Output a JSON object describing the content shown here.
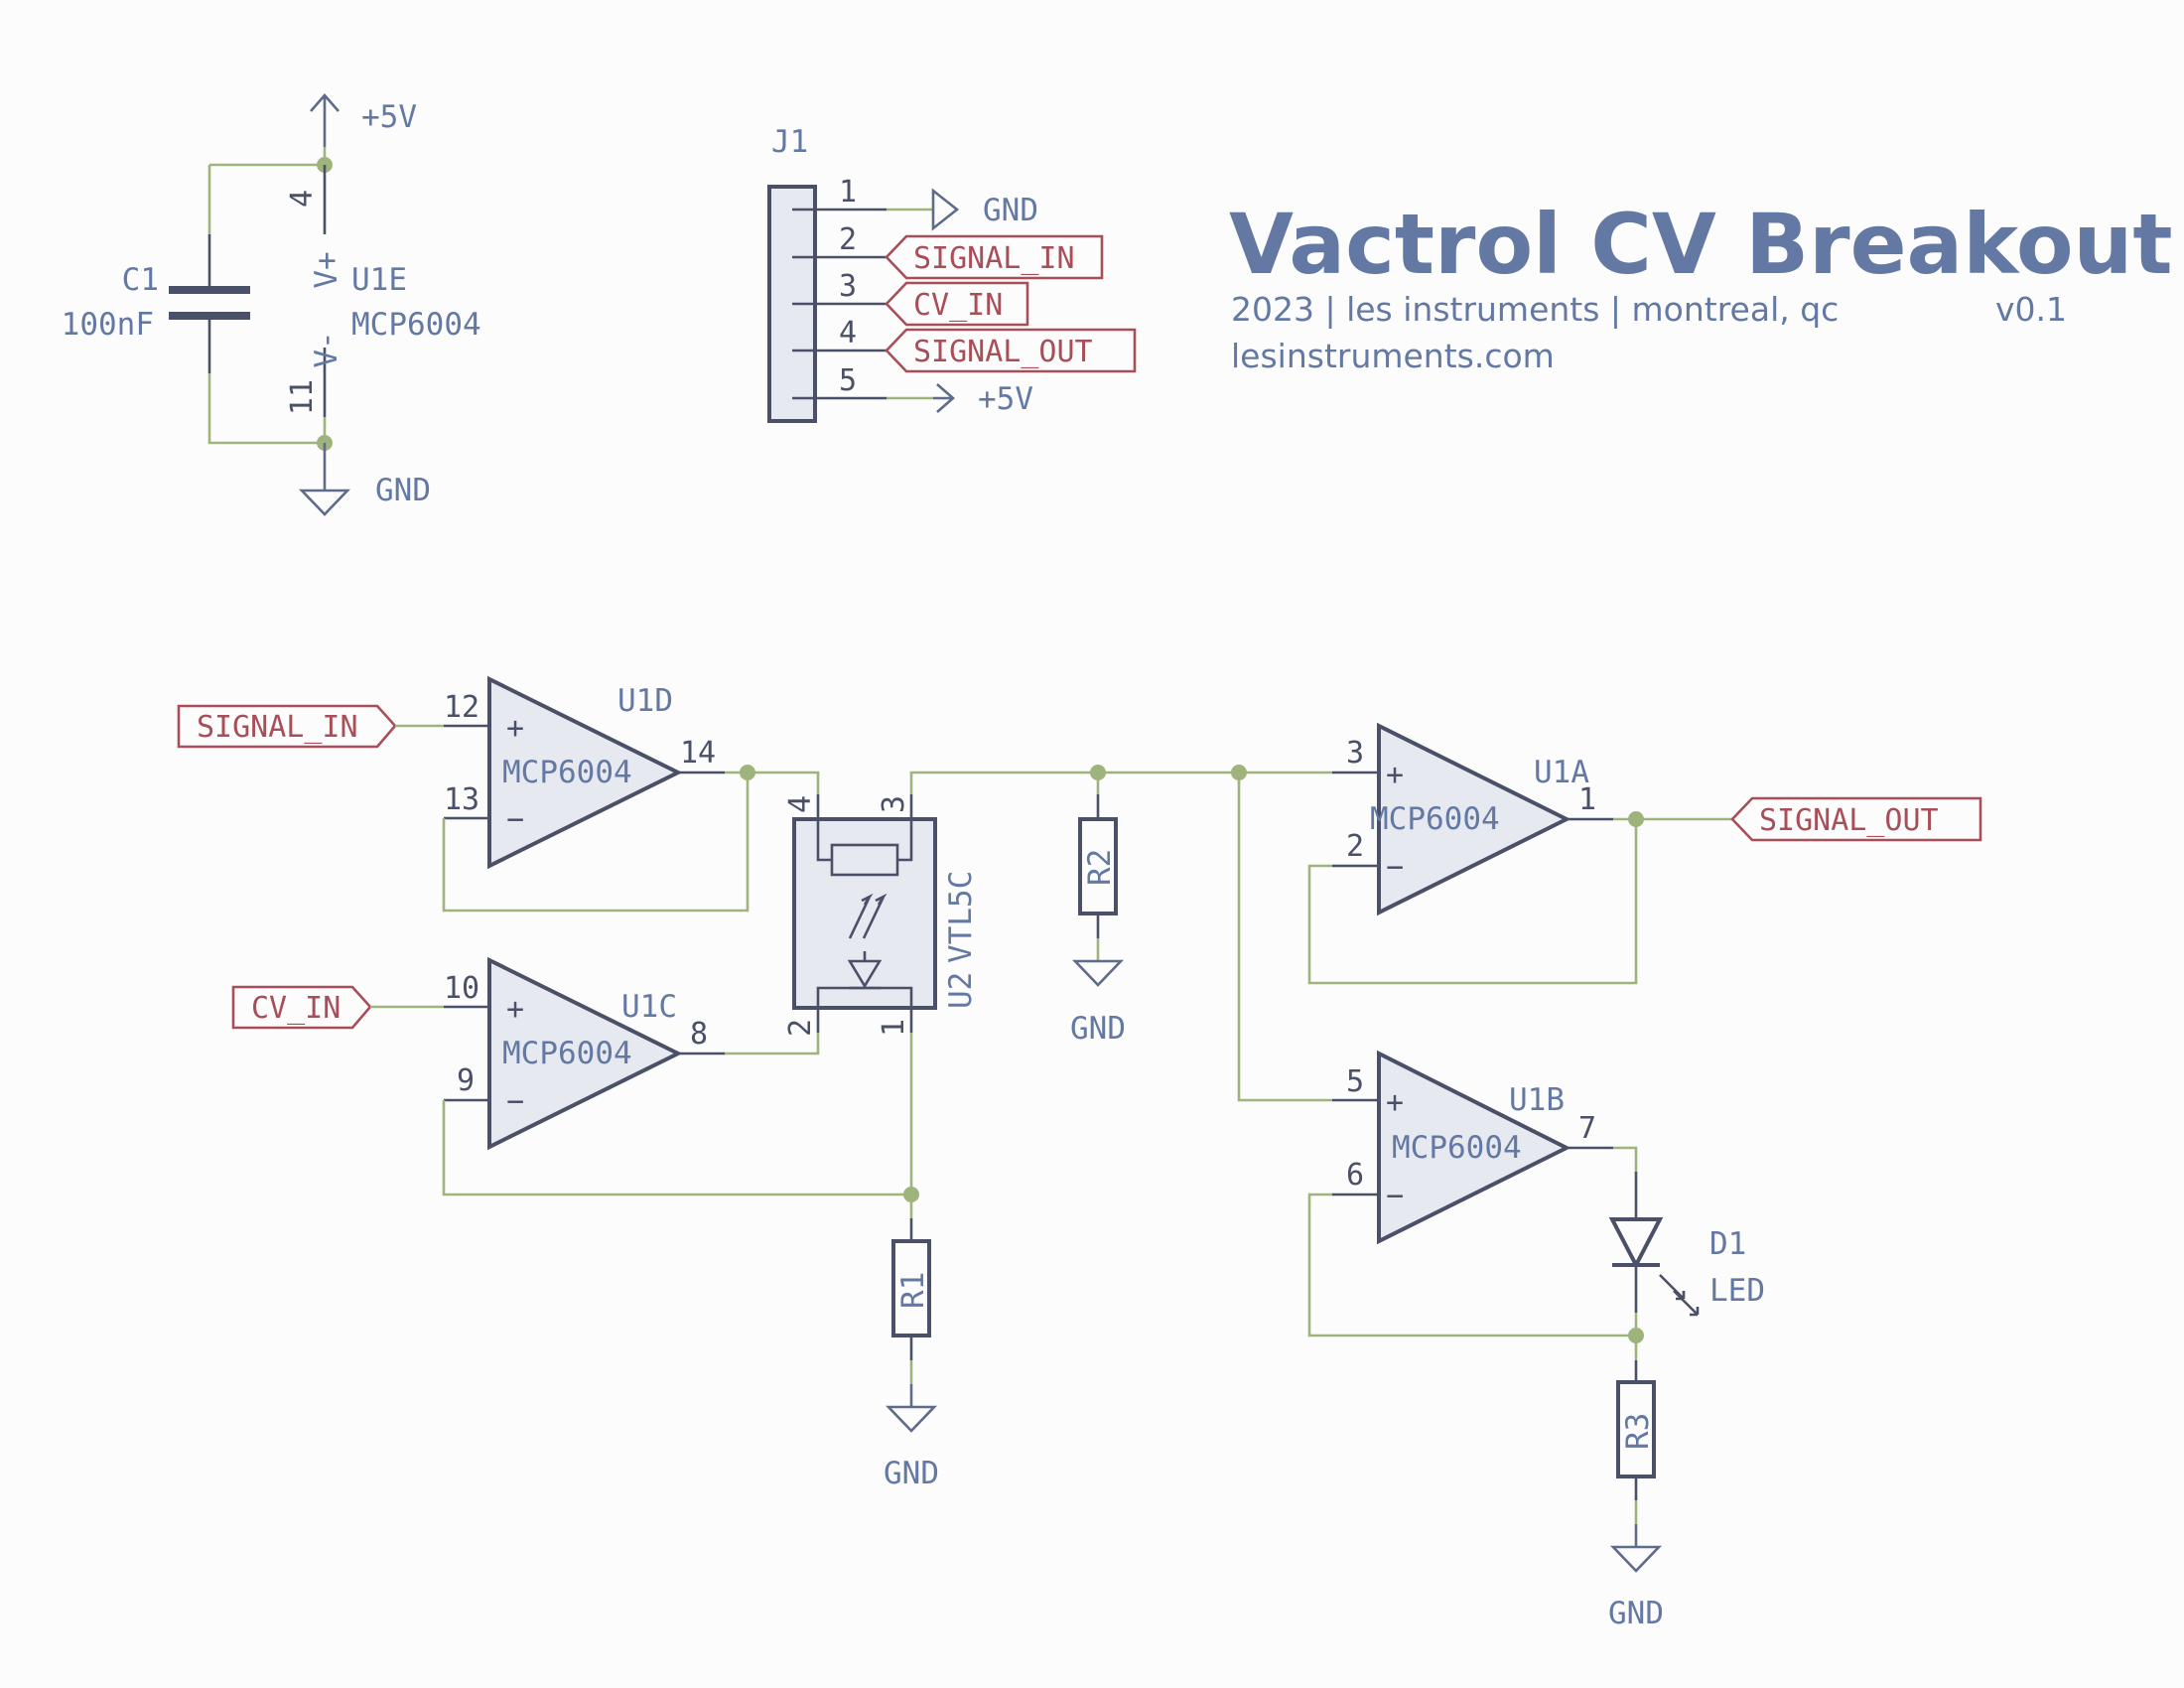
{
  "title": {
    "name": "Vactrol CV Breakout",
    "line1": "2023 | les instruments | montreal, qc",
    "version": "v0.1",
    "url": "lesinstruments.com"
  },
  "power": {
    "vcc": "+5V",
    "gnd": "GND"
  },
  "decoupling": {
    "cap_ref": "C1",
    "cap_value": "100nF",
    "unit_ref": "U1E",
    "unit_part": "MCP6004",
    "pin_vplus": "4",
    "pin_vminus": "11",
    "vplus_label": "V+",
    "vminus_label": "V-"
  },
  "connector": {
    "ref": "J1",
    "pins": [
      {
        "num": "1",
        "net": "GND"
      },
      {
        "num": "2",
        "net": "SIGNAL_IN"
      },
      {
        "num": "3",
        "net": "CV_IN"
      },
      {
        "num": "4",
        "net": "SIGNAL_OUT"
      },
      {
        "num": "5",
        "net": "+5V"
      }
    ]
  },
  "opamps": [
    {
      "ref": "U1D",
      "part": "MCP6004",
      "pin_plus": "12",
      "pin_minus": "13",
      "pin_out": "14",
      "input_net": "SIGNAL_IN"
    },
    {
      "ref": "U1C",
      "part": "MCP6004",
      "pin_plus": "10",
      "pin_minus": "9",
      "pin_out": "8",
      "input_net": "CV_IN"
    },
    {
      "ref": "U1A",
      "part": "MCP6004",
      "pin_plus": "3",
      "pin_minus": "2",
      "pin_out": "1",
      "output_net": "SIGNAL_OUT"
    },
    {
      "ref": "U1B",
      "part": "MCP6004",
      "pin_plus": "5",
      "pin_minus": "6",
      "pin_out": "7"
    }
  ],
  "vactrol": {
    "ref": "U2",
    "part": "VTL5C",
    "pins": [
      "4",
      "3",
      "2",
      "1"
    ]
  },
  "resistors": [
    "R1",
    "R2",
    "R3"
  ],
  "led": {
    "ref": "D1",
    "value": "LED"
  },
  "plus_sign": "+",
  "minus_sign": "−"
}
